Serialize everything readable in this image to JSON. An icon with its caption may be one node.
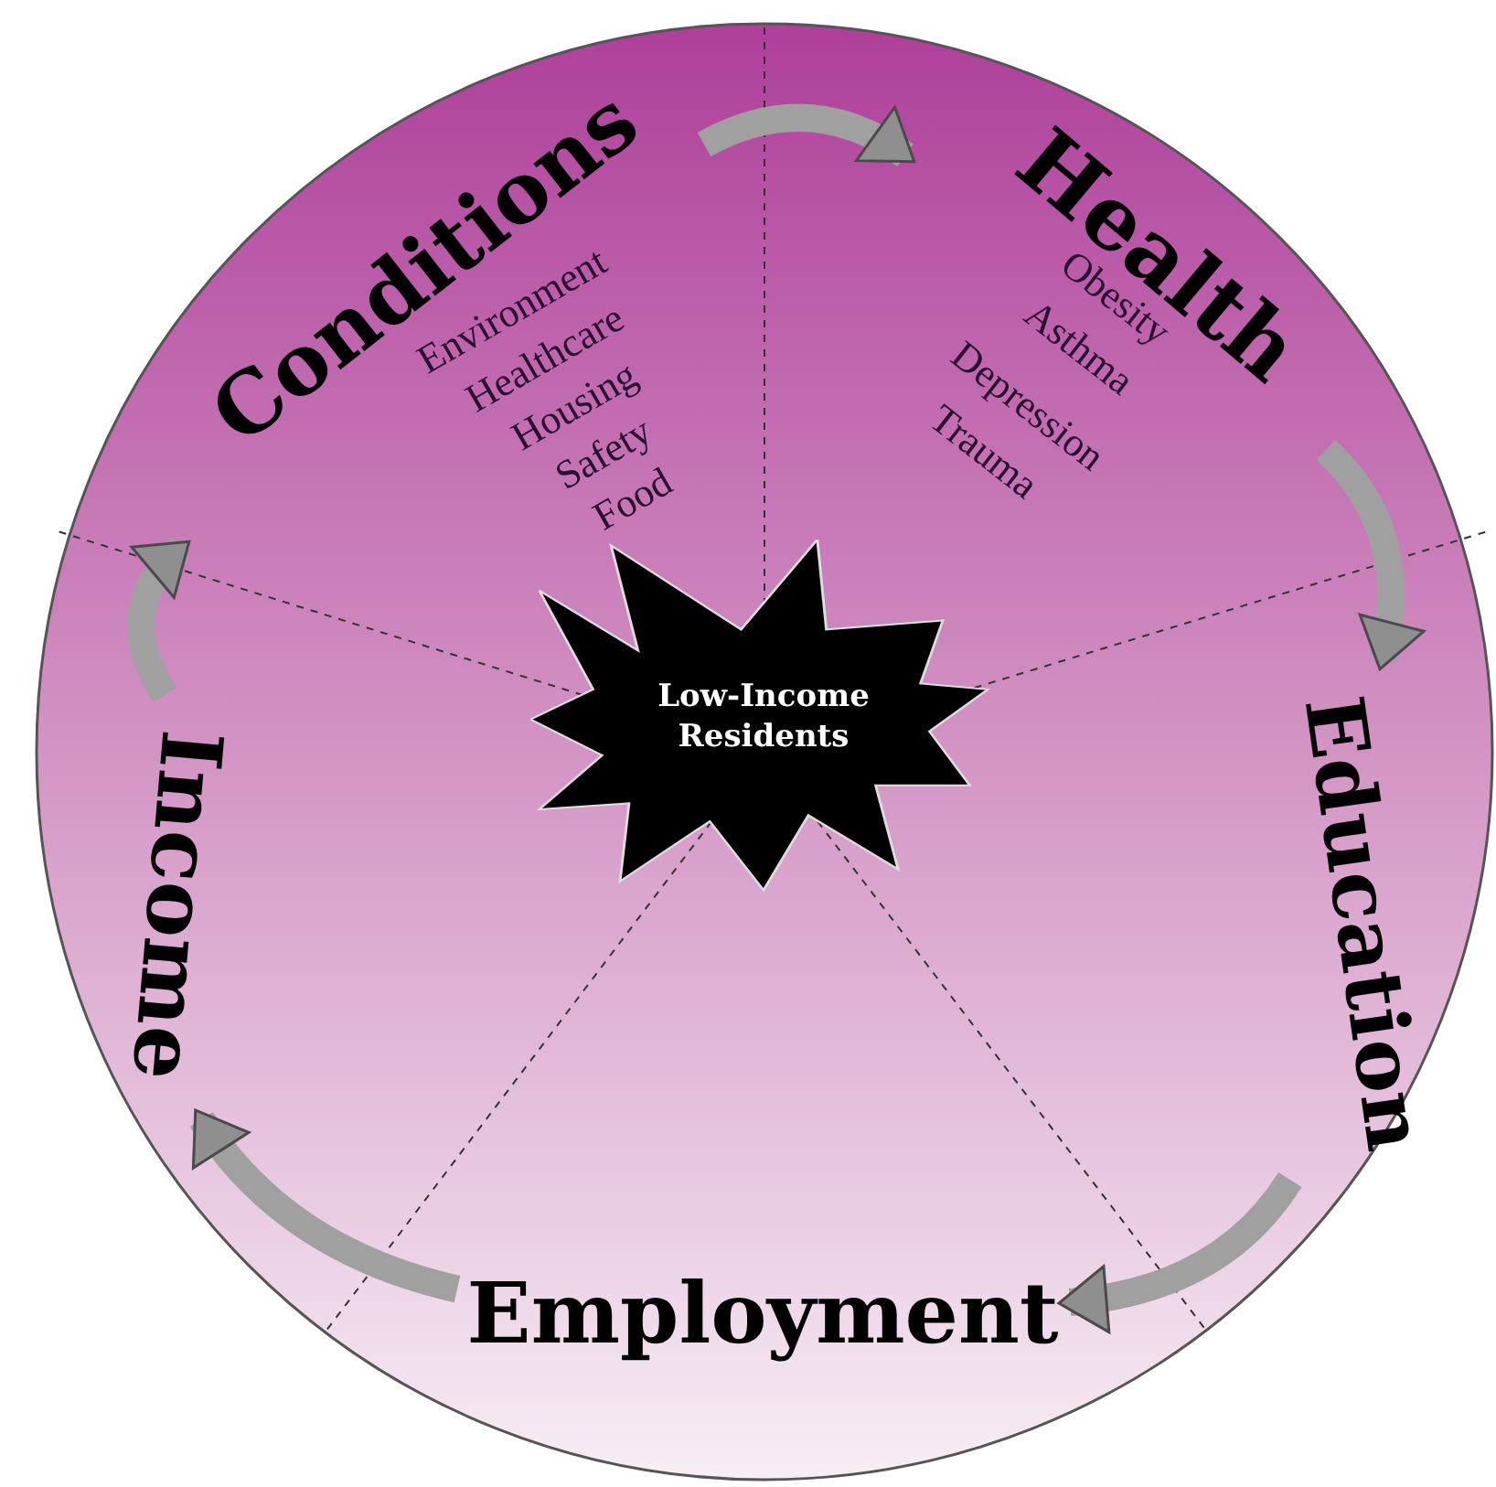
{
  "diagram": {
    "nodes": [
      {
        "text": [
          "Conditions",
          "Environment",
          "Healthcare",
          "Housing",
          "Safety",
          "Food"
        ]
      },
      {
        "text": [
          "Health",
          "Obesity",
          "Asthma",
          "Depression",
          "Trauma"
        ]
      },
      {
        "text": [
          "Education"
        ]
      },
      {
        "text": [
          "Employment"
        ]
      },
      {
        "text": [
          "Income"
        ]
      },
      {
        "text": [
          "Low-Income Residents"
        ]
      }
    ],
    "edges": [
      {
        "from": 0,
        "to": 1,
        "arrow": "to"
      },
      {
        "from": 1,
        "to": 2,
        "arrow": "to"
      },
      {
        "from": 2,
        "to": 3,
        "arrow": "to"
      },
      {
        "from": 3,
        "to": 4,
        "arrow": "to"
      },
      {
        "from": 4,
        "to": 0,
        "arrow": "to"
      }
    ]
  }
}
